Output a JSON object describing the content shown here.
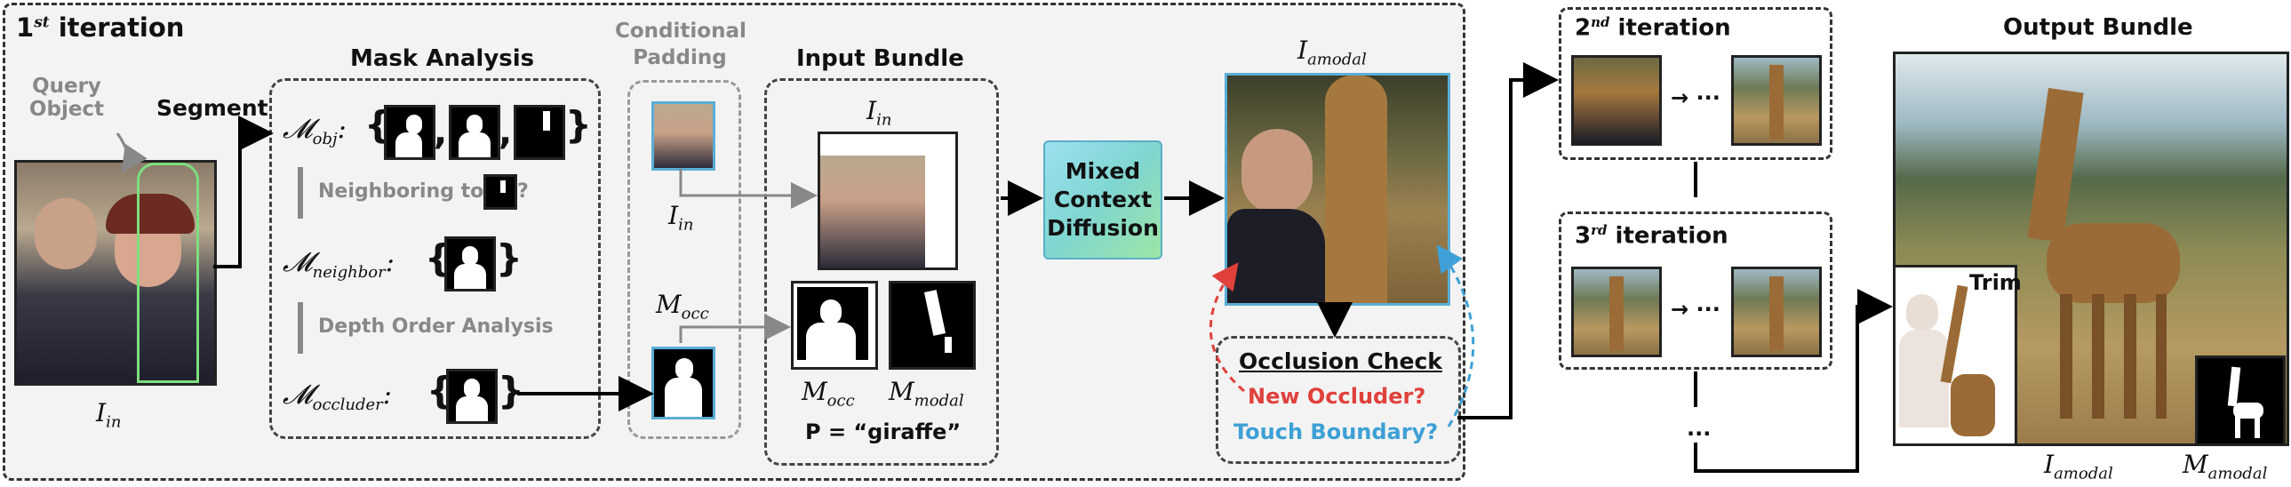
{
  "iter1": {
    "title_base": "1",
    "title_sup": "st",
    "title_rest": " iteration",
    "query_object": "Query Object",
    "segment": "Segment",
    "i_in": "I",
    "i_in_sub": "in",
    "mask_analysis": {
      "title": "Mask Analysis",
      "m_obj": "𝓜",
      "m_obj_sub": "obj",
      "neighboring": "Neighboring to",
      "neighboring_q": "?",
      "m_neighbor_sub": "neighbor",
      "depth_order": "Depth Order Analysis",
      "m_occluder_sub": "occluder",
      "colon": ":",
      "brace_open": "{",
      "brace_close": "}",
      "comma": ","
    },
    "conditional_padding": "Conditional Padding",
    "m_occ": "M",
    "m_occ_sub": "occ",
    "input_bundle": {
      "title": "Input Bundle",
      "i_in_sub": "in",
      "m_occ_sub": "occ",
      "m_modal_sub": "modal",
      "prompt": "P = “giraffe”"
    },
    "mcd": "Mixed Context Diffusion",
    "i_amodal": "I",
    "i_amodal_sub": "amodal",
    "occlusion_check": {
      "title": "Occlusion Check",
      "new_occluder": "New Occluder?",
      "touch_boundary": "Touch Boundary?"
    }
  },
  "iter2": {
    "title_base": "2",
    "title_sup": "nd",
    "title_rest": " iteration",
    "ellipsis": "···"
  },
  "iter3": {
    "title_base": "3",
    "title_sup": "rd",
    "title_rest": " iteration",
    "ellipsis": "···"
  },
  "more": "···",
  "output": {
    "title": "Output Bundle",
    "trim": "Trim",
    "i_amodal_sub": "amodal",
    "m_amodal_sub": "amodal"
  },
  "colors": {
    "panel_bg": "#f3f3f3",
    "new_occluder": "#e0413c",
    "touch_boundary": "#3da0d6",
    "query_outline": "#7ddf7d",
    "amodal_border": "#5aaed6"
  }
}
